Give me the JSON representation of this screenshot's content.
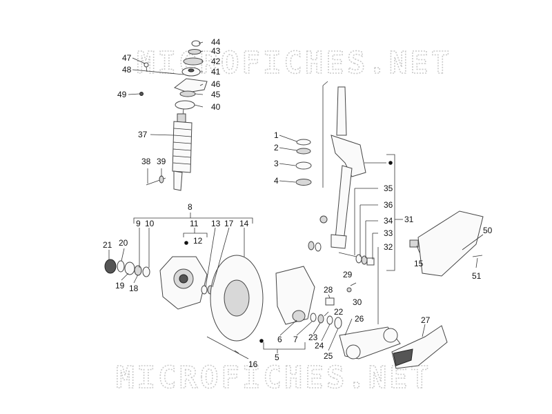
{
  "watermark": {
    "top": "MICROFICHES.NET",
    "bottom": "MICROFICHES.NET"
  },
  "callouts": [
    "1",
    "2",
    "3",
    "4",
    "5",
    "6",
    "7",
    "8",
    "9",
    "10",
    "11",
    "12",
    "13",
    "14",
    "15",
    "16",
    "17",
    "18",
    "19",
    "20",
    "21",
    "22",
    "23",
    "24",
    "25",
    "26",
    "27",
    "28",
    "29",
    "30",
    "31",
    "32",
    "33",
    "34",
    "35",
    "36",
    "37",
    "38",
    "39",
    "40",
    "41",
    "42",
    "43",
    "44",
    "45",
    "46",
    "47",
    "48",
    "49",
    "50",
    "51"
  ]
}
